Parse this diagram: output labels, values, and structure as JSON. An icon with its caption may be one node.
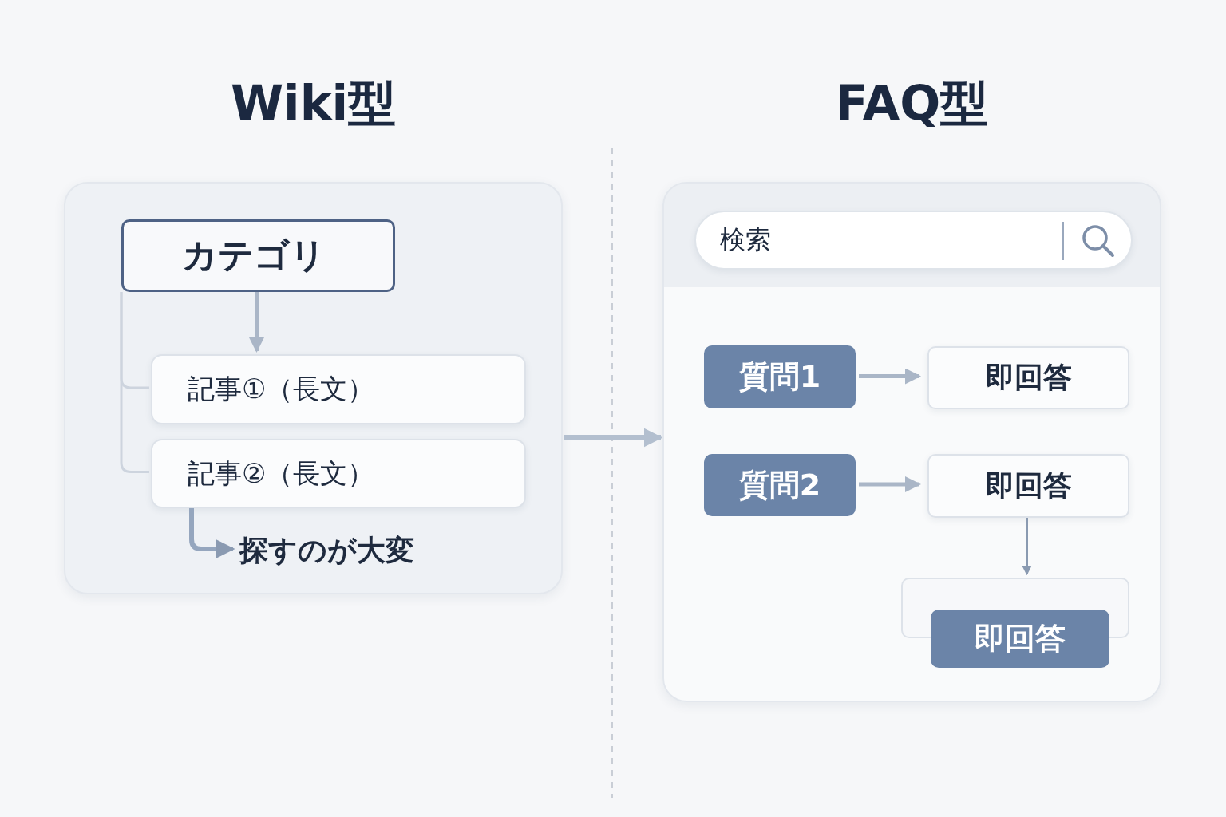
{
  "diagram": {
    "nodes": [
      {
        "text": [
          "Wiki型"
        ]
      },
      {
        "text": [
          "カテゴリ"
        ],
        "in": 0
      },
      {
        "text": [
          "記事①（長文）"
        ],
        "in": 0
      },
      {
        "text": [
          "記事②（長文）"
        ],
        "in": 0
      },
      {
        "text": [
          "探すのが大変"
        ],
        "in": 0
      },
      {
        "text": [
          "FAQ型"
        ]
      },
      {
        "text": [
          "検索"
        ],
        "in": 5
      },
      {
        "text": [
          "質問1"
        ],
        "in": 5
      },
      {
        "text": [
          "即回答"
        ],
        "in": 5
      },
      {
        "text": [
          "質問2"
        ],
        "in": 5
      },
      {
        "text": [
          "即回答"
        ],
        "in": 5
      },
      {
        "text": [],
        "shape": "box",
        "in": 5
      },
      {
        "text": [
          "即回答"
        ],
        "in": 5
      }
    ],
    "edges": [
      {
        "from": 1,
        "to": 2,
        "arrow": "to"
      },
      {
        "from": 1,
        "to": 2,
        "arrow": "none"
      },
      {
        "from": 1,
        "to": 3,
        "arrow": "none"
      },
      {
        "from": 3,
        "to": 4,
        "arrow": "to"
      },
      {
        "from": 0,
        "to": 5,
        "arrow": "to"
      },
      {
        "from": 7,
        "to": 8,
        "arrow": "to"
      },
      {
        "from": 9,
        "to": 10,
        "arrow": "to"
      },
      {
        "from": 10,
        "to": 11,
        "arrow": "to"
      }
    ]
  }
}
